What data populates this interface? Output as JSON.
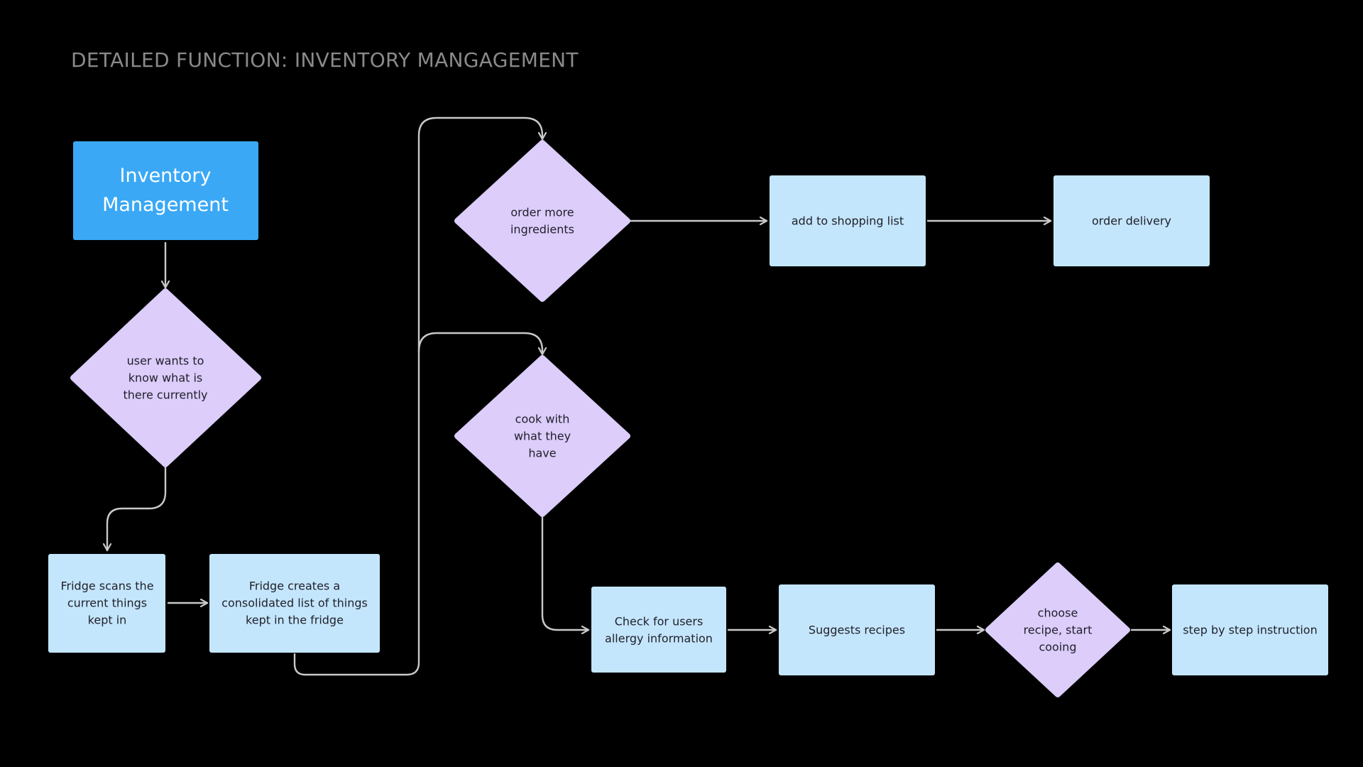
{
  "title": "DETAILED FUNCTION: INVENTORY MANGAGEMENT",
  "colors": {
    "background": "#000000",
    "title": "#8a8a8a",
    "main_box": "#3aa8f5",
    "process_box": "#c4e6fc",
    "decision": "#dccdfb",
    "connector": "#c9c9c9"
  },
  "nodes": {
    "inventory_management": {
      "lines": [
        "Inventory",
        "Management"
      ]
    },
    "user_wants_to_know": {
      "lines": [
        "user wants to",
        "know what is",
        "there currently"
      ]
    },
    "fridge_scans": {
      "lines": [
        "Fridge scans the",
        "current things",
        "kept in"
      ]
    },
    "fridge_creates_list": {
      "lines": [
        "Fridge creates a",
        "consolidated list of things",
        "kept in the fridge"
      ]
    },
    "order_more": {
      "lines": [
        "order more",
        "ingredients"
      ]
    },
    "add_to_shopping_list": {
      "lines": [
        "add to shopping list"
      ]
    },
    "order_delivery": {
      "lines": [
        "order delivery"
      ]
    },
    "cook_with_what_they_have": {
      "lines": [
        "cook with",
        "what they",
        "have"
      ]
    },
    "check_allergy": {
      "lines": [
        "Check for users",
        "allergy information"
      ]
    },
    "suggests_recipes": {
      "lines": [
        "Suggests recipes"
      ]
    },
    "choose_recipe": {
      "lines": [
        "choose",
        "recipe, start",
        "cooing"
      ]
    },
    "step_by_step": {
      "lines": [
        "step by step instruction"
      ]
    }
  }
}
